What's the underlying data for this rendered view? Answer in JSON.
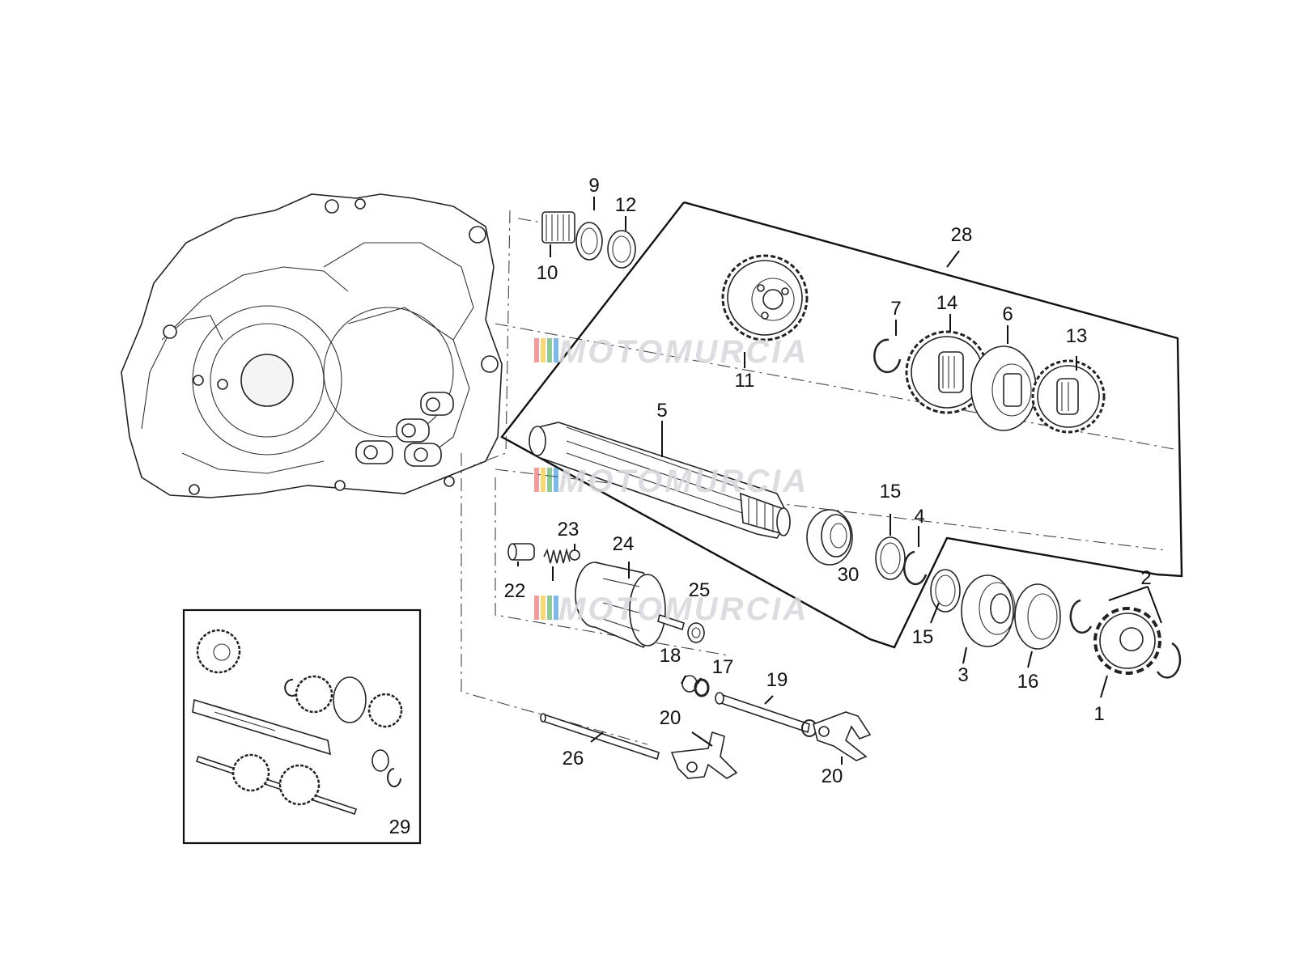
{
  "diagram": {
    "watermark": "MOTOMURCIA",
    "watermark_colors": [
      "#e5484d",
      "#f2b705",
      "#2f9e44",
      "#1c7ed6"
    ],
    "callouts": [
      {
        "id": "c1",
        "text": "1"
      },
      {
        "id": "c2",
        "text": "2"
      },
      {
        "id": "c3",
        "text": "3"
      },
      {
        "id": "c4a",
        "text": "4"
      },
      {
        "id": "c5",
        "text": "5"
      },
      {
        "id": "c6",
        "text": "6"
      },
      {
        "id": "c7",
        "text": "7"
      },
      {
        "id": "c9",
        "text": "9"
      },
      {
        "id": "c10",
        "text": "10"
      },
      {
        "id": "c11",
        "text": "11"
      },
      {
        "id": "c12",
        "text": "12"
      },
      {
        "id": "c13",
        "text": "13"
      },
      {
        "id": "c14",
        "text": "14"
      },
      {
        "id": "c15a",
        "text": "15"
      },
      {
        "id": "c15b",
        "text": "15"
      },
      {
        "id": "c16",
        "text": "16"
      },
      {
        "id": "c17",
        "text": "17"
      },
      {
        "id": "c18",
        "text": "18"
      },
      {
        "id": "c19",
        "text": "19"
      },
      {
        "id": "c20a",
        "text": "20"
      },
      {
        "id": "c20b",
        "text": "20"
      },
      {
        "id": "c22",
        "text": "22"
      },
      {
        "id": "c23",
        "text": "23"
      },
      {
        "id": "c24",
        "text": "24"
      },
      {
        "id": "c25",
        "text": "25"
      },
      {
        "id": "c26",
        "text": "26"
      },
      {
        "id": "c28",
        "text": "28"
      },
      {
        "id": "c29",
        "text": "29"
      },
      {
        "id": "c30",
        "text": "30"
      }
    ]
  }
}
